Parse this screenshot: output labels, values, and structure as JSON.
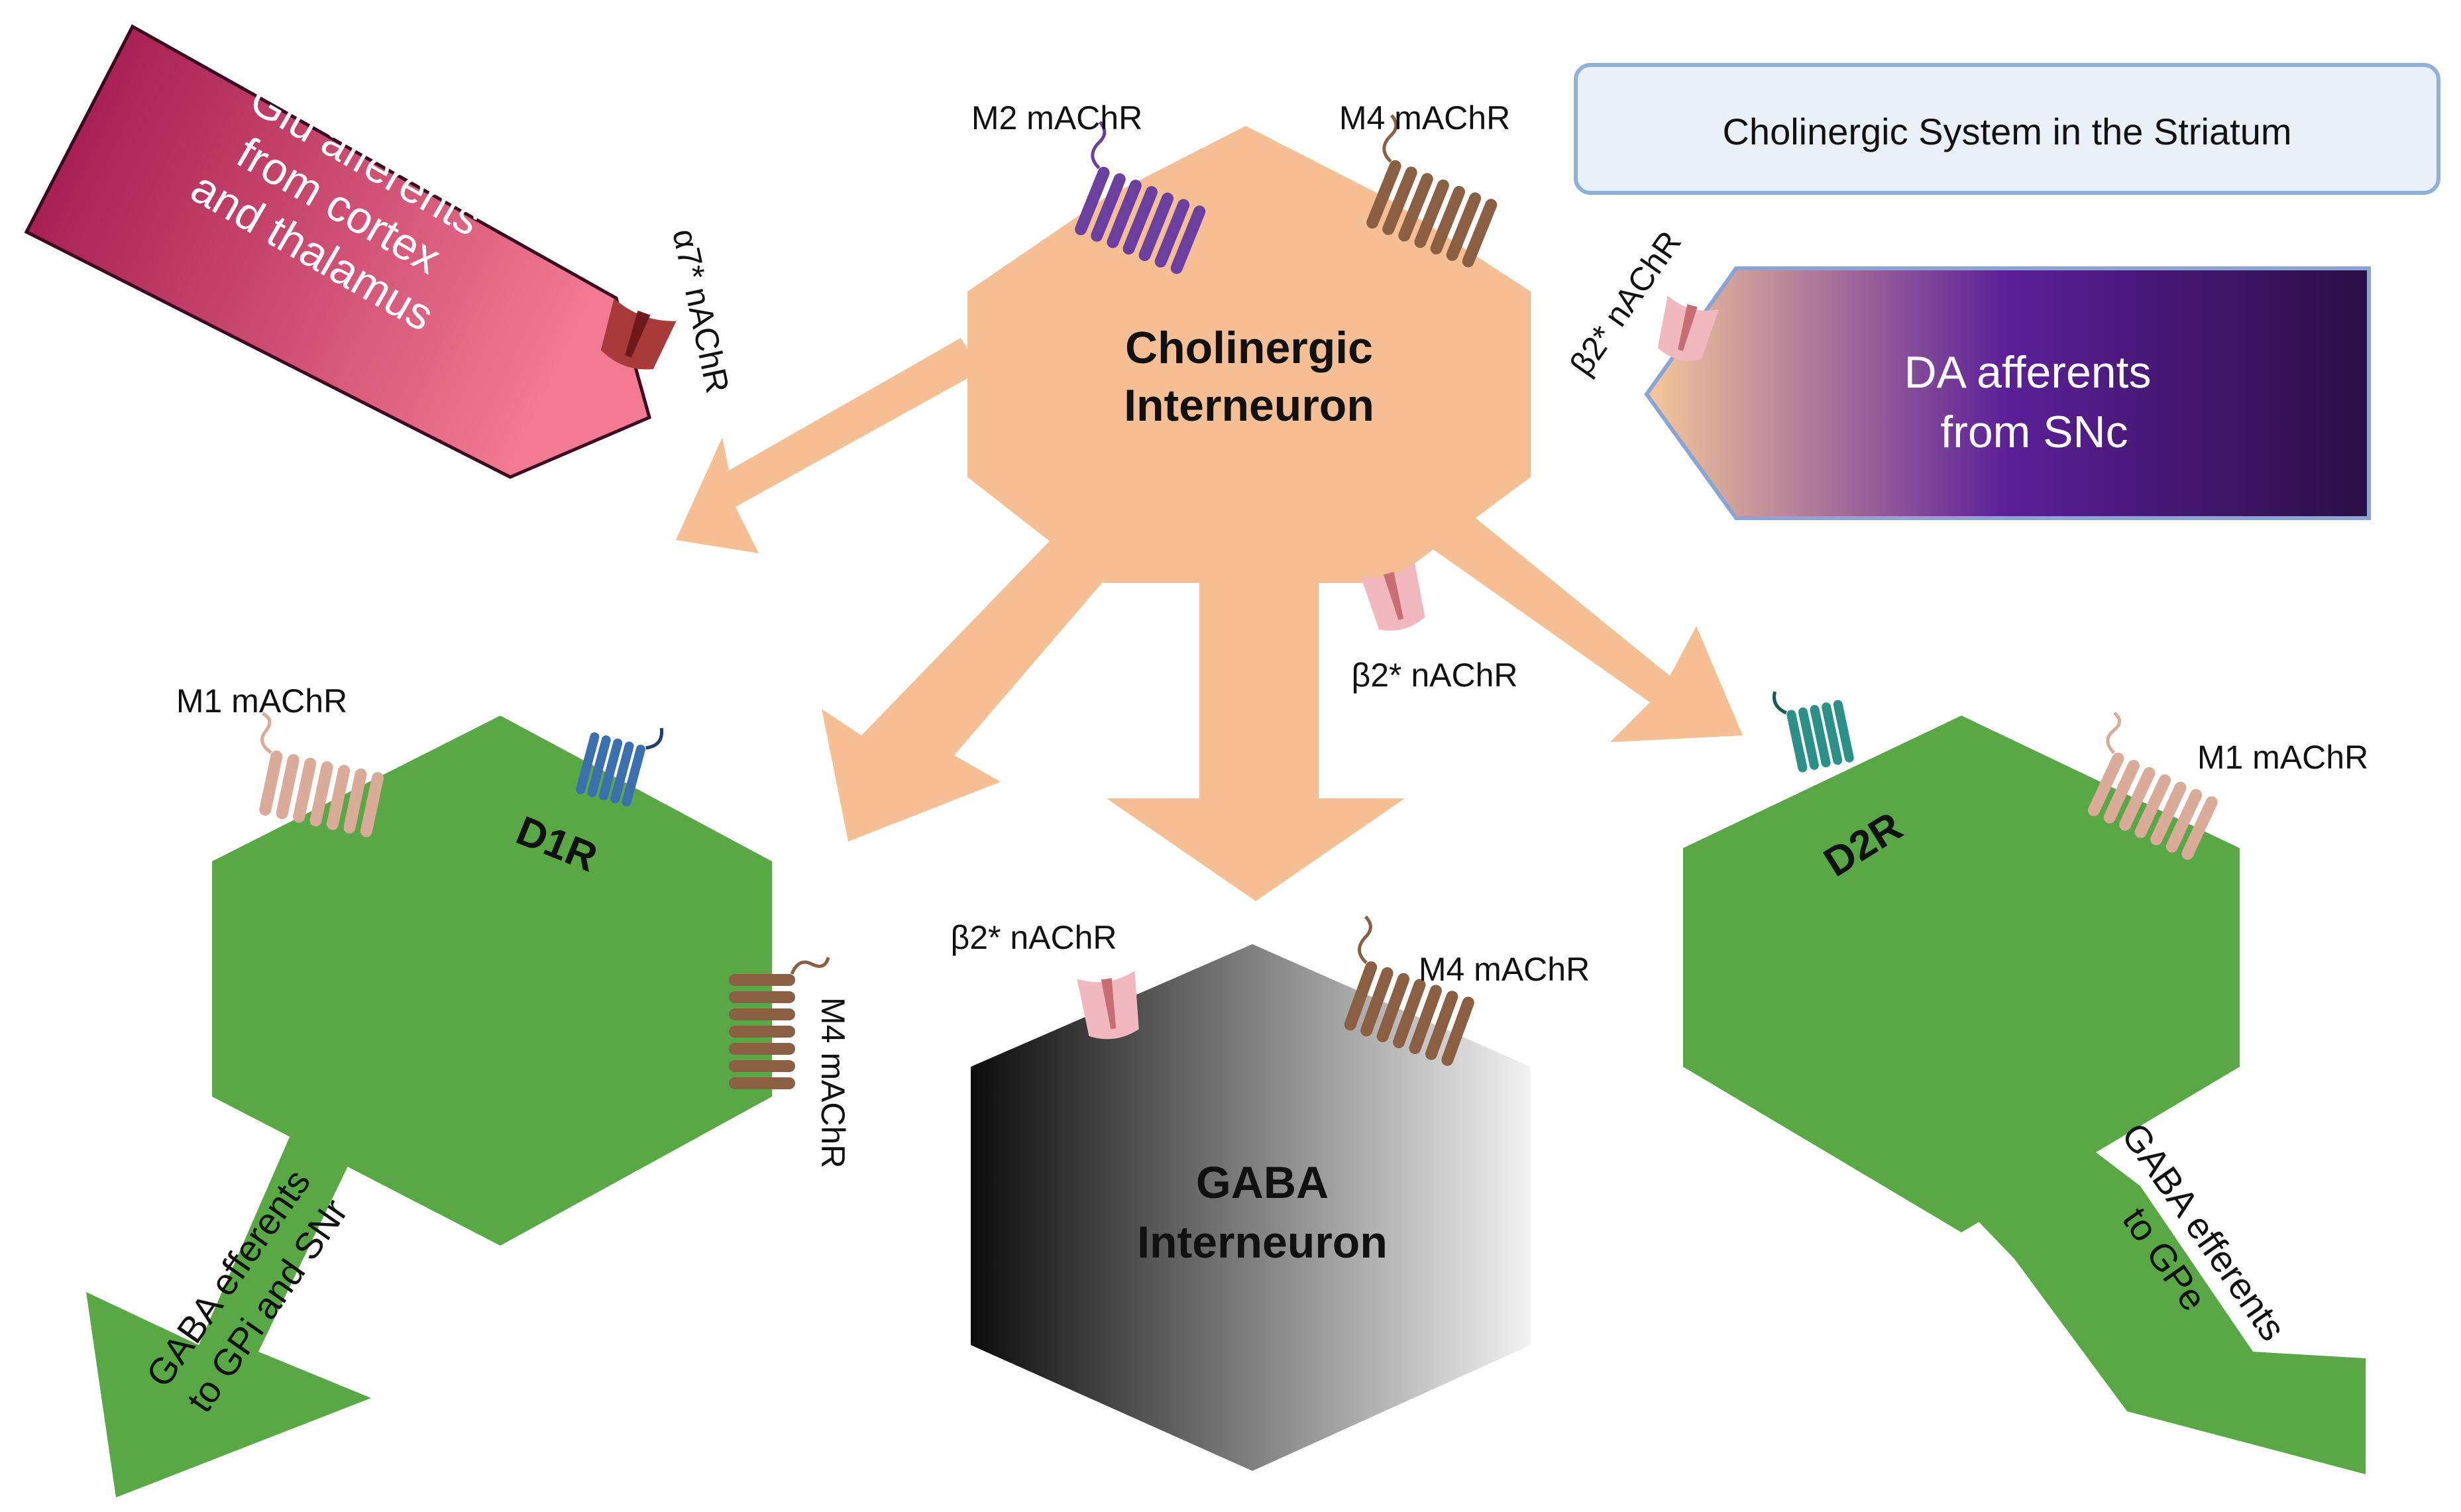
{
  "title": "Cholinergic System in the Striatum",
  "cholinergic_interneuron": {
    "line1": "Cholinergic",
    "line2": "Interneuron"
  },
  "gaba_interneuron": {
    "line1": "GABA",
    "line2": "Interneuron"
  },
  "glu_afferents": {
    "line1": "Glu afferents",
    "line2": "from cortex",
    "line3": "and thalamus"
  },
  "da_afferents": {
    "line1": "DA afferents",
    "line2": "from SNc"
  },
  "d1_efferents": {
    "line1": "GABA efferents",
    "line2": "to GPi and SNr"
  },
  "d2_efferents": {
    "line1": "GABA efferents",
    "line2": "to GPe"
  },
  "receptors": {
    "m2_machr": "M2 mAChR",
    "m4_machr_chol": "M4 mAChR",
    "a7_nachr": "α7* nAChR",
    "b2_nachr_da": "β2* nAChR",
    "b2_nachr_center": "β2* nAChR",
    "m1_machr_d1": "M1 mAChR",
    "d1r": "D1R",
    "m4_machr_d1": "M4 mAChR",
    "b2_nachr_gaba": "β2* nAChR",
    "m4_machr_gaba": "M4 mAChR",
    "d2r": "D2R",
    "m1_machr_d2": "M1 mAChR"
  },
  "colors": {
    "cholinergic": "#f5bf93",
    "msn_green": "#58a845",
    "glu_start": "#9c1248",
    "glu_end": "#f27a92",
    "da_start": "#f5c89a",
    "da_mid": "#5b1f98",
    "da_end": "#2a0f45",
    "title_panel": "#eaf0f8",
    "title_border": "#8fb0d8",
    "m2": "#6a3fa0",
    "m4": "#8a5f42",
    "m1": "#d9ab98",
    "d1r": "#3a6fb0",
    "d2r": "#2a9088",
    "nachr_light": "#f2b8bf",
    "nachr_dark": "#b54a52"
  }
}
